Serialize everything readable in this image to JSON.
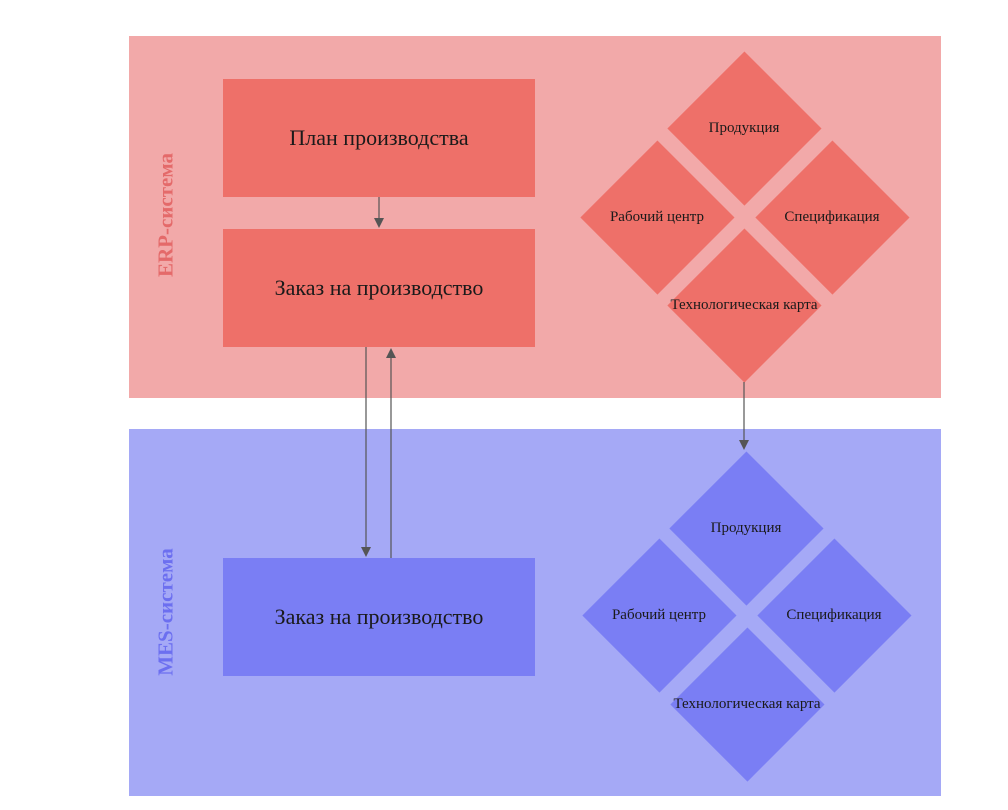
{
  "erp": {
    "label": "ERP-система",
    "plan": "План производства",
    "order": "Заказ на производство",
    "diamonds": {
      "products": "Продукция",
      "work_center": "Рабочий центр",
      "specification": "Спецификация",
      "tech_card": "Технологическая карта"
    }
  },
  "mes": {
    "label": "MES-система",
    "order": "Заказ на производство",
    "diamonds": {
      "products": "Продукция",
      "work_center": "Рабочий центр",
      "specification": "Спецификация",
      "tech_card": "Технологическая карта"
    }
  },
  "colors": {
    "erp_band": "#f2a9a9",
    "erp_block": "#ee7069",
    "erp_label": "#e46a6a",
    "mes_band": "#a5a9f6",
    "mes_block": "#7a7ef4",
    "mes_label": "#6c6ff0",
    "arrow": "#555555"
  }
}
